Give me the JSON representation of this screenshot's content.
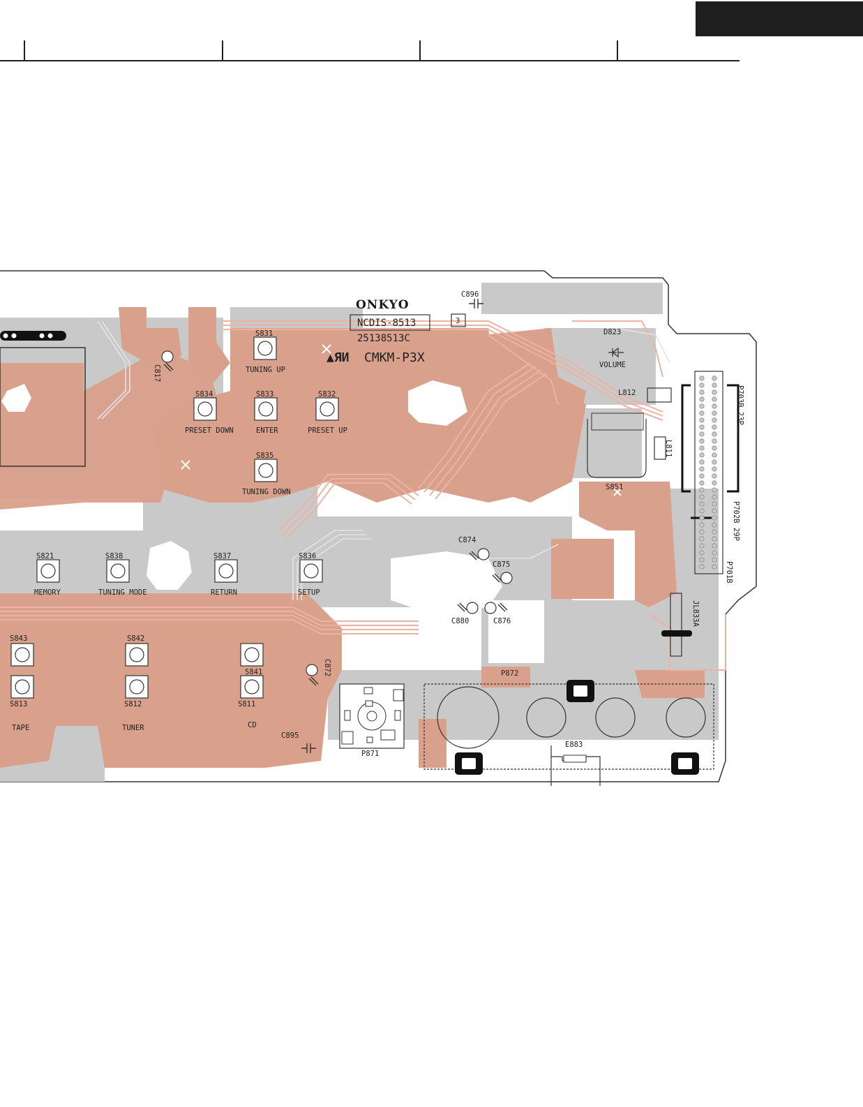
{
  "colors": {
    "copper": "#d9a08c",
    "trace": "#ecb3a3",
    "mask": "#c9c9c9",
    "ink": "#222222"
  },
  "board": {
    "brand": "ONKYO",
    "board_id": "NCDIS-8513",
    "part_number": "25138513C",
    "safety_mark": "▲ЯИ",
    "material": "CMKM-P3X",
    "box_label": "3"
  },
  "switches": [
    {
      "ref": "S831",
      "func": "TUNING UP"
    },
    {
      "ref": "S834",
      "func": "PRESET DOWN"
    },
    {
      "ref": "S833",
      "func": "ENTER"
    },
    {
      "ref": "S832",
      "func": "PRESET UP"
    },
    {
      "ref": "S835",
      "func": "TUNING DOWN"
    },
    {
      "ref": "S821",
      "func": "MEMORY"
    },
    {
      "ref": "S838",
      "func": "TUNING MODE"
    },
    {
      "ref": "S837",
      "func": "RETURN"
    },
    {
      "ref": "S836",
      "func": "SETUP"
    },
    {
      "ref": "S843",
      "func": ""
    },
    {
      "ref": "S842",
      "func": ""
    },
    {
      "ref": "S841",
      "func": ""
    },
    {
      "ref": "S813",
      "func": "TAPE"
    },
    {
      "ref": "S812",
      "func": "TUNER"
    },
    {
      "ref": "S811",
      "func": "CD"
    }
  ],
  "components": {
    "c896": "C896",
    "d823": "D823",
    "volume": "VOLUME",
    "l812": "L812",
    "l811": "L811",
    "s851": "S851",
    "c817": "C817",
    "c874": "C874",
    "c875": "C875",
    "c880": "C880",
    "c876": "C876",
    "c872": "C872",
    "c895": "C895",
    "p871": "P871",
    "p872": "P872",
    "e883": "E883",
    "jl833a": "JL833A"
  },
  "connectors": {
    "p703b": "P703B 23P",
    "p702b": "P702B 29P",
    "p701b": "P701B"
  }
}
